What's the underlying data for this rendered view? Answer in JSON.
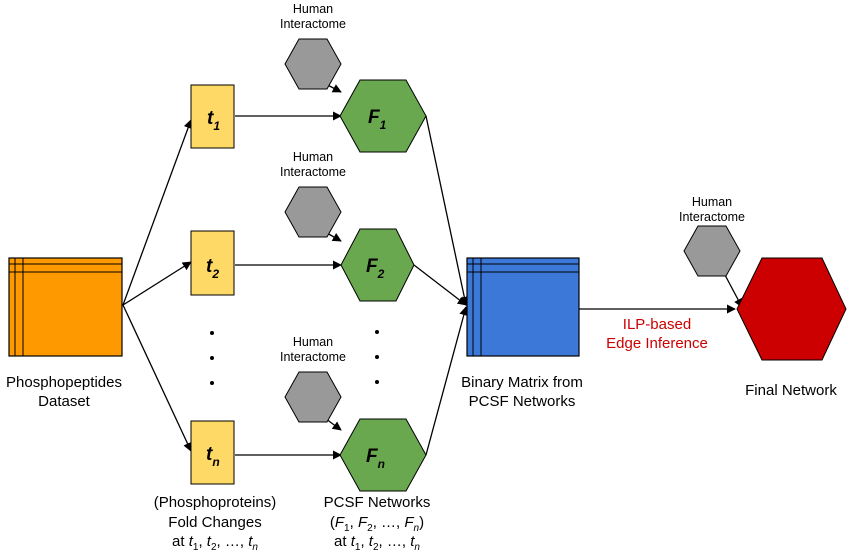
{
  "colors": {
    "dataset": "#ff9900",
    "timepoint": "#ffd966",
    "pcsf": "#6aa84f",
    "interactome": "#999999",
    "matrix": "#3c78d8",
    "final": "#cc0000",
    "inference_text": "#cc0000"
  },
  "dataset": {
    "line1": "Phosphopeptides",
    "line2": "Dataset"
  },
  "timepoints": [
    {
      "var": "t",
      "sub": "1"
    },
    {
      "var": "t",
      "sub": "2"
    },
    {
      "var": "t",
      "sub": "n"
    }
  ],
  "pcsf_nodes": [
    {
      "var": "F",
      "sub": "1"
    },
    {
      "var": "F",
      "sub": "2"
    },
    {
      "var": "F",
      "sub": "n"
    }
  ],
  "interactome": {
    "line1": "Human",
    "line2": "Interactome"
  },
  "ellipsis": "·",
  "matrix": {
    "line1": "Binary Matrix from",
    "line2": "PCSF Networks"
  },
  "inference": {
    "line1": "ILP-based",
    "line2": "Edge Inference"
  },
  "final": {
    "label": "Final Network"
  },
  "bottom_left": {
    "line1": "(Phosphoproteins)",
    "line2": "Fold Changes",
    "line3_prefix": "at ",
    "t": "t",
    "s1": "1",
    "s2": "2",
    "sn": "n",
    "comma": ", ",
    "ellipsis": "…"
  },
  "bottom_mid": {
    "line1": "PCSF Networks",
    "open": "(",
    "close": ")",
    "F": "F",
    "t": "t",
    "line3_prefix": "at ",
    "s1": "1",
    "s2": "2",
    "sn": "n",
    "comma": ", ",
    "ellipsis": "…"
  }
}
